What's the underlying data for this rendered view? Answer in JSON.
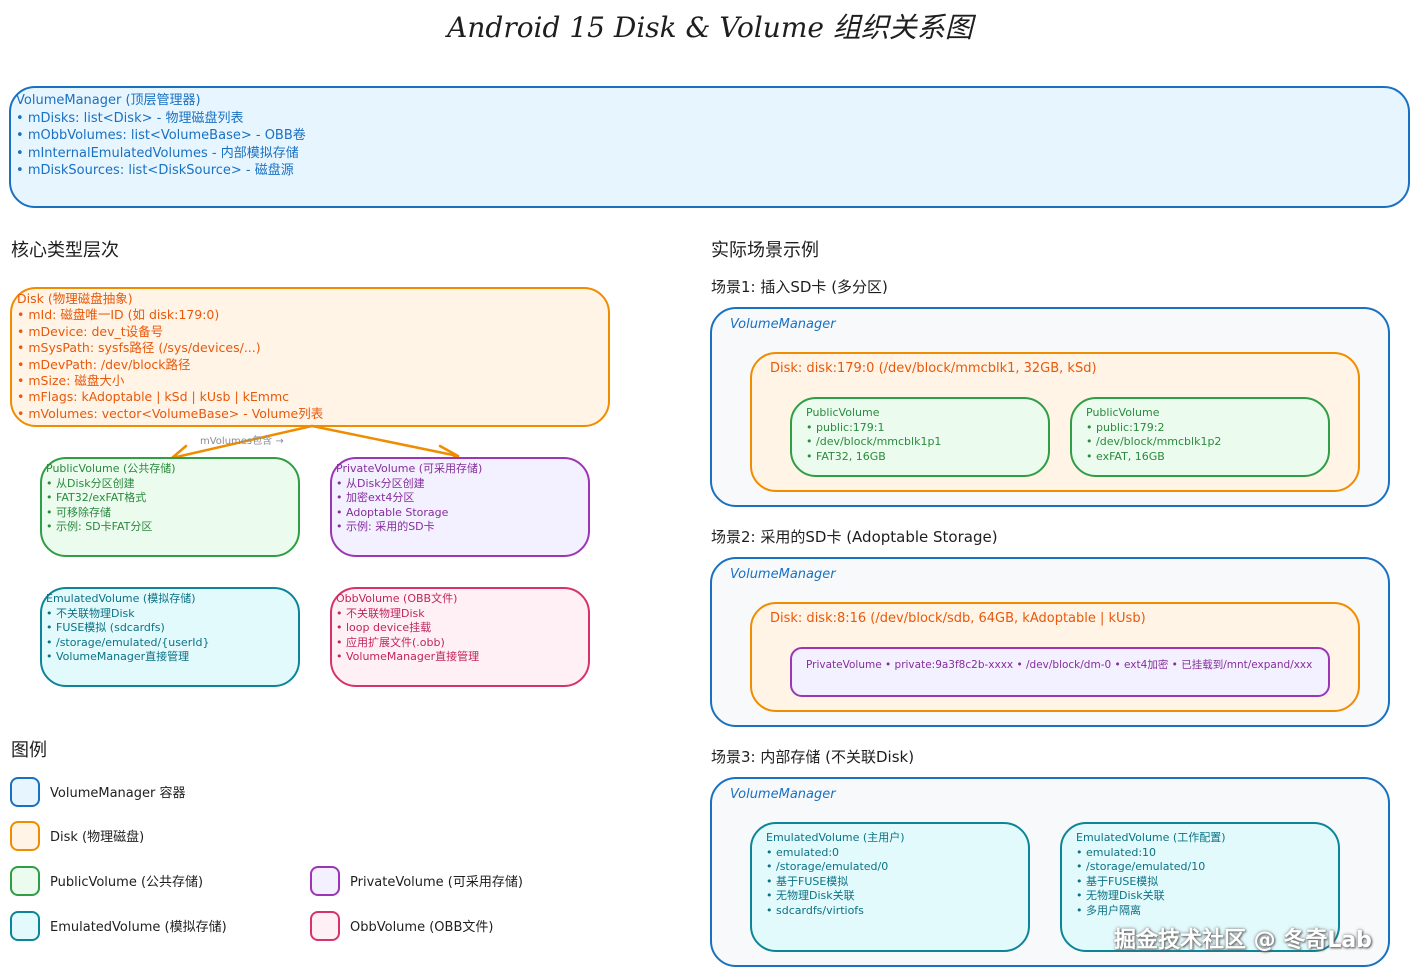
{
  "title": "Android 15 Disk & Volume 组织关系图",
  "volume_manager": {
    "header": "VolumeManager (顶层管理器)",
    "items": [
      "mDisks: list<Disk> - 物理磁盘列表",
      "mObbVolumes: list<VolumeBase> - OBB卷",
      "mInternalEmulatedVolumes - 内部模拟存储",
      "mDiskSources: list<DiskSource> - 磁盘源"
    ]
  },
  "core_section": {
    "title": "核心类型层次",
    "disk": {
      "header": "Disk (物理磁盘抽象)",
      "items": [
        "mId: 磁盘唯一ID (如 disk:179:0)",
        "mDevice: dev_t设备号",
        "mSysPath: sysfs路径 (/sys/devices/...)",
        "mDevPath: /dev/block路径",
        "mSize: 磁盘大小",
        "mFlags: kAdoptable | kSd | kUsb | kEmmc",
        "mVolumes: vector<VolumeBase> - Volume列表"
      ]
    },
    "arrow_label": "mVolumes包含 →",
    "public_volume": {
      "header": "PublicVolume (公共存储)",
      "items": [
        "从Disk分区创建",
        "FAT32/exFAT格式",
        "可移除存储",
        "示例: SD卡FAT分区"
      ]
    },
    "private_volume": {
      "header": "PrivateVolume (可采用存储)",
      "items": [
        "从Disk分区创建",
        "加密ext4分区",
        "Adoptable Storage",
        "示例: 采用的SD卡"
      ]
    },
    "emulated_volume": {
      "header": "EmulatedVolume (模拟存储)",
      "items": [
        "不关联物理Disk",
        "FUSE模拟 (sdcardfs)",
        "/storage/emulated/{userId}",
        "VolumeManager直接管理"
      ]
    },
    "obb_volume": {
      "header": "ObbVolume (OBB文件)",
      "items": [
        "不关联物理Disk",
        "loop device挂载",
        "应用扩展文件(.obb)",
        "VolumeManager直接管理"
      ]
    }
  },
  "legend": {
    "title": "图例",
    "items": [
      {
        "label": "VolumeManager 容器",
        "color": "#1971c2",
        "fill": "#e7f5ff"
      },
      {
        "label": "Disk (物理磁盘)",
        "color": "#f08c00",
        "fill": "#fff4e6"
      },
      {
        "label": "PublicVolume (公共存储)",
        "color": "#2f9e44",
        "fill": "#ebfbee"
      },
      {
        "label": "PrivateVolume (可采用存储)",
        "color": "#9c36b5",
        "fill": "#f3f0ff"
      },
      {
        "label": "EmulatedVolume (模拟存储)",
        "color": "#0c8599",
        "fill": "#e3fafc"
      },
      {
        "label": "ObbVolume (OBB文件)",
        "color": "#d6336c",
        "fill": "#fff0f6"
      }
    ]
  },
  "scenes_section": {
    "title": "实际场景示例",
    "scene1": {
      "title": "场景1: 插入SD卡 (多分区)",
      "vm_label": "VolumeManager",
      "disk_label": "Disk: disk:179:0  (/dev/block/mmcblk1, 32GB, kSd)",
      "vol1": {
        "header": "PublicVolume",
        "items": [
          "public:179:1",
          "/dev/block/mmcblk1p1",
          "FAT32, 16GB"
        ]
      },
      "vol2": {
        "header": "PublicVolume",
        "items": [
          "public:179:2",
          "/dev/block/mmcblk1p2",
          "exFAT, 16GB"
        ]
      }
    },
    "scene2": {
      "title": "场景2: 采用的SD卡 (Adoptable Storage)",
      "vm_label": "VolumeManager",
      "disk_label": "Disk: disk:8:16  (/dev/block/sdb, 64GB, kAdoptable | kUsb)",
      "private_line": "PrivateVolume  • private:9a3f8c2b-xxxx • /dev/block/dm-0 • ext4加密 • 已挂载到/mnt/expand/xxx"
    },
    "scene3": {
      "title": "场景3: 内部存储 (不关联Disk)",
      "vm_label": "VolumeManager",
      "emu1": {
        "header": "EmulatedVolume (主用户)",
        "items": [
          "emulated:0",
          "/storage/emulated/0",
          "基于FUSE模拟",
          "无物理Disk关联",
          "sdcardfs/virtiofs"
        ]
      },
      "emu2": {
        "header": "EmulatedVolume (工作配置)",
        "items": [
          "emulated:10",
          "/storage/emulated/10",
          "基于FUSE模拟",
          "无物理Disk关联",
          "多用户隔离"
        ]
      }
    }
  },
  "watermark": "掘金技术社区 @ 冬奇Lab"
}
